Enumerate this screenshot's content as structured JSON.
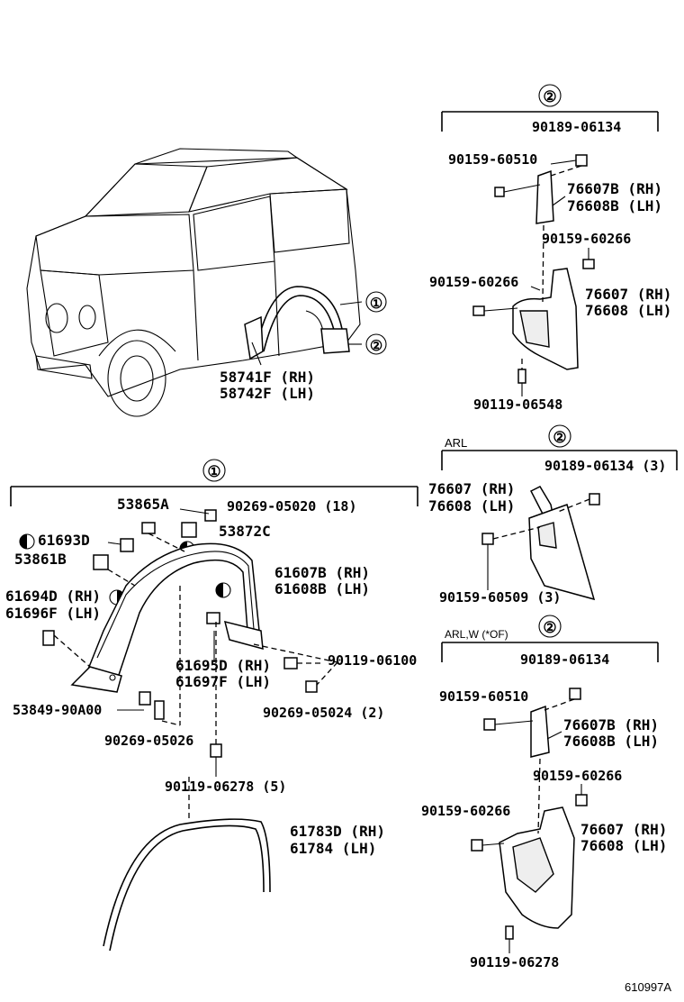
{
  "diagram_id": "610997A",
  "marker_symbols": {
    "one": "①",
    "two": "②"
  },
  "vehicle": {
    "callout_one": "①",
    "callout_two": "②",
    "part_58741": "58741F (RH)",
    "part_58742": "58742F (LH)"
  },
  "group1": {
    "title": "①",
    "parts": {
      "p53865A": "53865A",
      "p90269_05020": "90269-05020 (18)",
      "p53872C": "53872C",
      "p61693D": "61693D",
      "p53861B": "53861B",
      "p61694D": "61694D (RH)",
      "p61696F": "61696F (LH)",
      "p61607B": "61607B (RH)",
      "p61608B": "61608B (LH)",
      "p61695D": "61695D (RH)",
      "p61697F": "61697F (LH)",
      "p90119_06100": "90119-06100",
      "p53849": "53849-90A00",
      "p90269_05024": "90269-05024 (2)",
      "p90269_05026": "90269-05026",
      "p90119_06278": "90119-06278 (5)",
      "p61783D": "61783D (RH)",
      "p61784": "61784   (LH)"
    }
  },
  "group2a": {
    "title": "②",
    "parts": {
      "p90189_06134": "90189-06134",
      "p90159_60510": "90159-60510",
      "p76607B": "76607B (RH)",
      "p76608B": "76608B (LH)",
      "p90159_60266a": "90159-60266",
      "p90159_60266b": "90159-60266",
      "p76607": "76607 (RH)",
      "p76608": "76608 (LH)",
      "p90119_06548": "90119-06548"
    }
  },
  "group2b": {
    "variant": "ARL",
    "title": "②",
    "parts": {
      "p90189_06134": "90189-06134 (3)",
      "p76607": "76607 (RH)",
      "p76608": "76608 (LH)",
      "p90159_60509": "90159-60509 (3)"
    }
  },
  "group2c": {
    "variant": "ARL,W (*OF)",
    "title": "②",
    "parts": {
      "p90189_06134": "90189-06134",
      "p90159_60510": "90159-60510",
      "p76607B": "76607B (RH)",
      "p76608B": "76608B (LH)",
      "p90159_60266a": "90159-60266",
      "p90159_60266b": "90159-60266",
      "p76607": "76607 (RH)",
      "p76608": "76608 (LH)",
      "p90119_06278": "90119-06278"
    }
  }
}
